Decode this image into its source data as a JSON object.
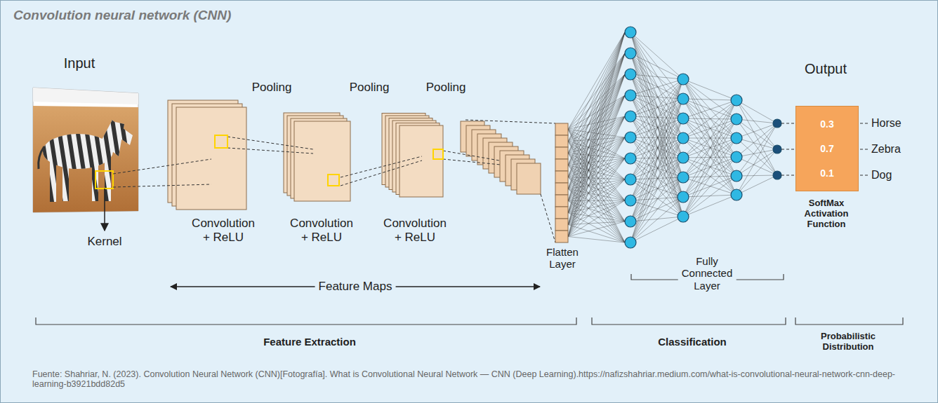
{
  "diagram": {
    "title": "Convolution neural network (CNN)",
    "caption": "Fuente: Shahriar, N. (2023). Convolution Neural Network (CNN)[Fotografía]. What is Convolutional Neural Network — CNN (Deep Learning).https://nafizshahriar.medium.com/what-is-convolutional-neural-network-cnn-deep-learning-b3921bdd82d5",
    "nodes": [
      {
        "text": [
          "0.3",
          "0.7",
          "0.1"
        ]
      }
    ],
    "labels": [
      "Input",
      "Kernel",
      "Pooling",
      "Pooling",
      "Pooling",
      "Convolution + ReLU",
      "Convolution + ReLU",
      "Convolution + ReLU",
      "Feature Maps",
      "Flatten Layer",
      "Fully Connected Layer",
      "Output",
      "Horse",
      "Zebra",
      "Dog",
      "SoftMax Activation Function",
      "Feature Extraction",
      "Classification",
      "Probabilistic Distribution"
    ]
  }
}
